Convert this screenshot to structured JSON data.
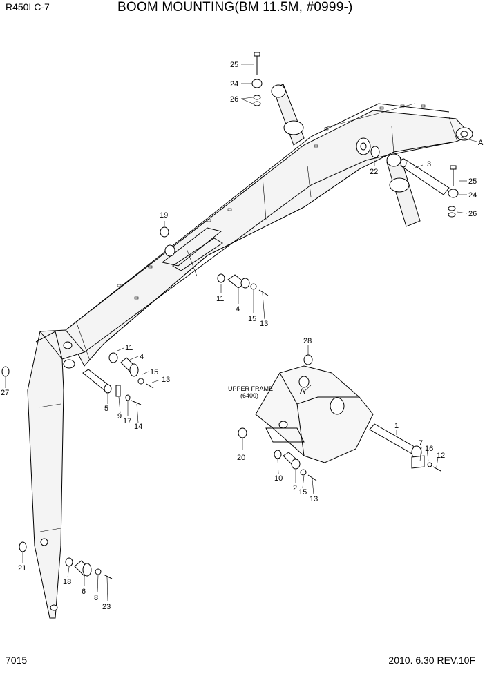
{
  "header": {
    "model": "R450LC-7",
    "title": "BOOM MOUNTING(BM 11.5M, #0999-)"
  },
  "footer": {
    "page_number": "7015",
    "revision": "2010. 6.30  REV.10F"
  },
  "frame_label": {
    "line1": "UPPER FRAME",
    "line2": "(6400)"
  },
  "view_marks": {
    "boom_end": "A",
    "frame_end": "A"
  },
  "part_callouts": [
    "25",
    "24",
    "26",
    "3",
    "22",
    "25",
    "24",
    "26",
    "19",
    "11",
    "4",
    "15",
    "13",
    "11",
    "4",
    "15",
    "13",
    "5",
    "9",
    "17",
    "14",
    "27",
    "28",
    "1",
    "7",
    "16",
    "12",
    "20",
    "10",
    "2",
    "15",
    "13",
    "21",
    "18",
    "6",
    "8",
    "23"
  ]
}
